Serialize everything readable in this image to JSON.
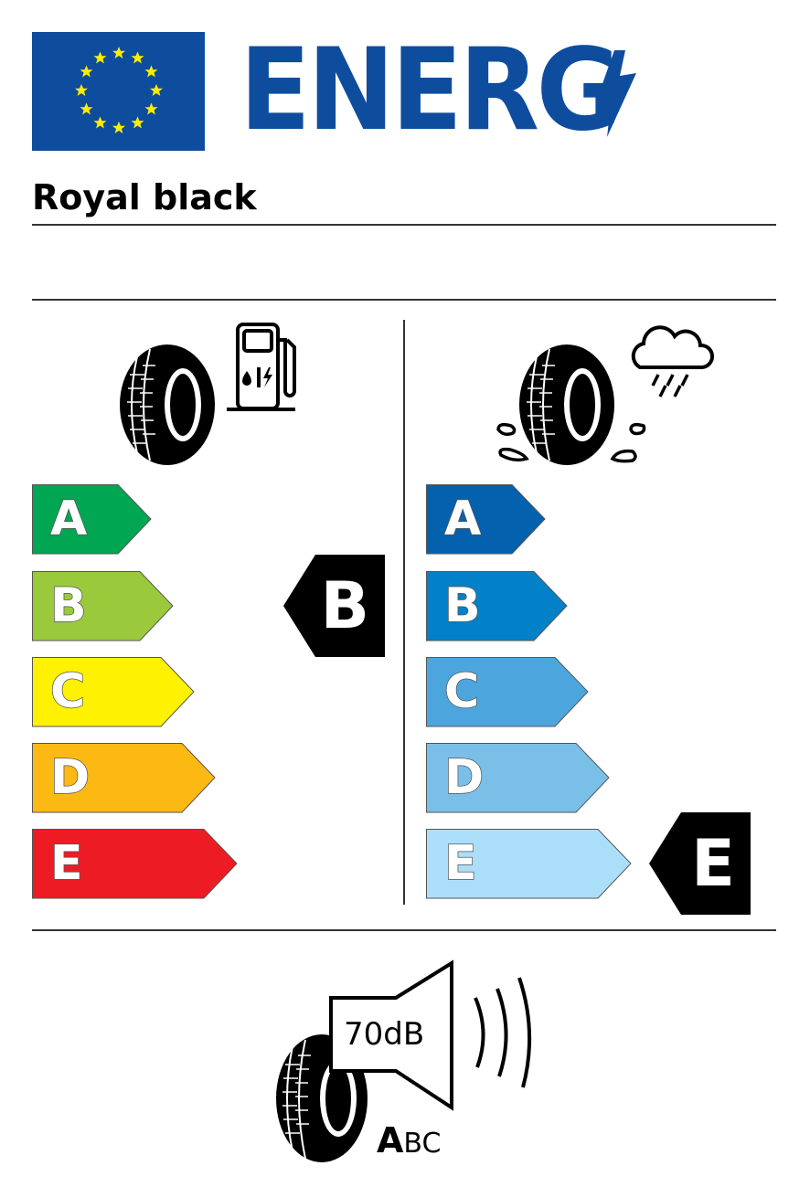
{
  "header": {
    "title": "ENERG",
    "flag_icon": "eu-flag-icon",
    "bolt_icon": "lightning-bolt-icon",
    "colors": {
      "brand_blue": "#0e4d9e",
      "star_yellow": "#ffed00"
    }
  },
  "product": {
    "brand": "Royal black"
  },
  "fuel_efficiency": {
    "icon": "tyre-fuel-pump-icon",
    "classes": [
      {
        "label": "A",
        "color": "#00a651"
      },
      {
        "label": "B",
        "color": "#9aca3c"
      },
      {
        "label": "C",
        "color": "#fff200"
      },
      {
        "label": "D",
        "color": "#fdb913"
      },
      {
        "label": "E",
        "color": "#ed1c24"
      }
    ],
    "rating": "B"
  },
  "wet_grip": {
    "icon": "tyre-rain-cloud-icon",
    "classes": [
      {
        "label": "A",
        "color": "#0461ad"
      },
      {
        "label": "B",
        "color": "#0281c8"
      },
      {
        "label": "C",
        "color": "#4ca6dd"
      },
      {
        "label": "D",
        "color": "#7abfe8"
      },
      {
        "label": "E",
        "color": "#abdff9"
      }
    ],
    "rating": "E"
  },
  "noise": {
    "icon": "tyre-speaker-icon",
    "value": "70dB",
    "class_selected": "A",
    "class_rest": "BC"
  }
}
